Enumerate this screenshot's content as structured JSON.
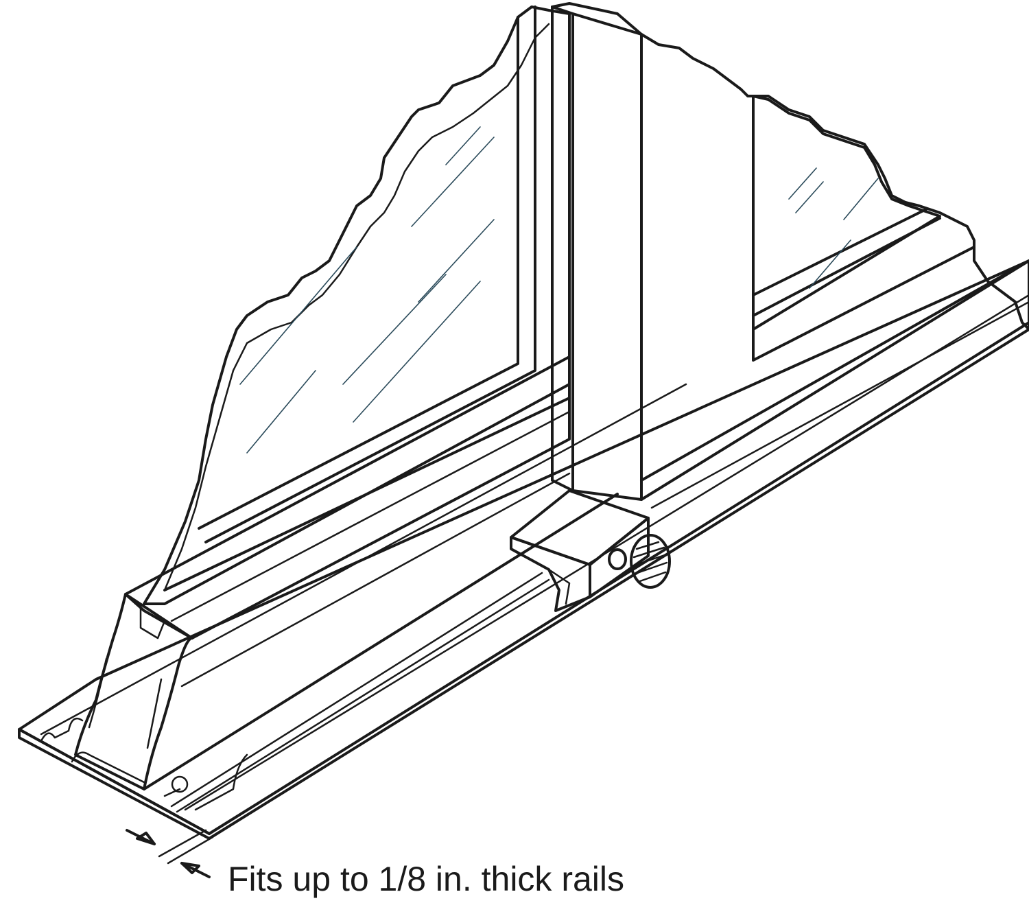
{
  "caption": "Fits up to 1/8 in. thick rails",
  "colors": {
    "glass": "#6ecff6",
    "ink": "#1a1a1a",
    "frame": "#ffffff"
  },
  "parts": {
    "left_glass": "glass pane (left)",
    "right_glass": "glass pane (right)",
    "window_frame": "window sash frame",
    "center_mullion": "vertical frame stile",
    "bottom_rail": "sliding track rail",
    "lock_clamp": "sliding window lock",
    "thumb_screw": "thumb screw",
    "thickness_marker": "rail thickness indicator"
  }
}
